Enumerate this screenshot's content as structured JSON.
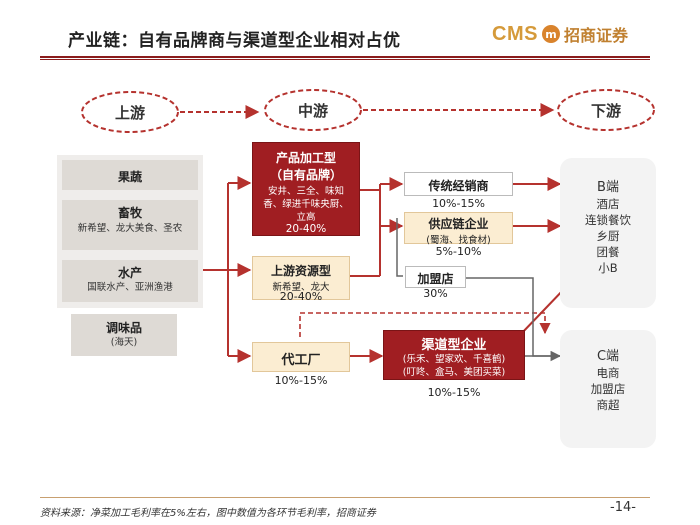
{
  "header": {
    "title": "产业链：自有品牌商与渠道型企业相对占优",
    "logo_text": "CMS",
    "logo_circle": "m",
    "logo_cn": "招商证券"
  },
  "stages": {
    "upstream": "上游",
    "midstream": "中游",
    "downstream": "下游"
  },
  "upstream": [
    {
      "title": "果蔬",
      "sub": ""
    },
    {
      "title": "畜牧",
      "sub": "新希望、龙大美食、圣农"
    },
    {
      "title": "水产",
      "sub": "国联水产、亚洲渔港"
    },
    {
      "title": "调味品",
      "sub": "(海天)"
    }
  ],
  "midstream": {
    "product_processing": {
      "title": "产品加工型",
      "title2": "（自有品牌）",
      "companies": "安井、三全、味知香、绿进千味央厨、立高",
      "margin": "20-40%"
    },
    "upstream_resource": {
      "title": "上游资源型",
      "companies": "新希望、龙大",
      "margin": "20-40%"
    },
    "oem": {
      "title": "代工厂",
      "margin": "10%-15%"
    }
  },
  "channels": {
    "traditional": {
      "title": "传统经销商",
      "margin": "10%-15%"
    },
    "supply_chain": {
      "title": "供应链企业",
      "companies": "(蜀海、找食材)",
      "margin": "5%-10%"
    },
    "franchise": {
      "title": "加盟店",
      "margin": "30%"
    },
    "channel_type": {
      "title": "渠道型企业",
      "companies1": "(乐禾、望家欢、千喜鹤)",
      "companies2": "(叮咚、盒马、美团买菜)",
      "margin": "10%-15%"
    }
  },
  "endpoints": {
    "b_end": {
      "title": "B端",
      "items": [
        "酒店",
        "连锁餐饮",
        "乡厨",
        "团餐",
        "小B"
      ]
    },
    "c_end": {
      "title": "C端",
      "items": [
        "电商",
        "加盟店",
        "商超"
      ]
    }
  },
  "footer": {
    "source": "资料来源：净菜加工毛利率在5%左右，图中数值为各环节毛利率，招商证券",
    "page": "-14-"
  },
  "colors": {
    "dark_red": "#a01e22",
    "cream": "#fbedd2",
    "arrow": "#b5322e",
    "gray": "#dedad5"
  }
}
